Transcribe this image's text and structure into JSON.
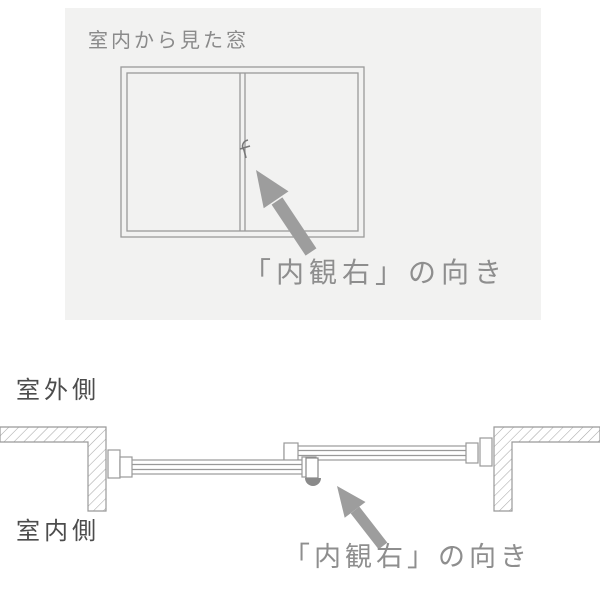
{
  "colors": {
    "page_bg": "#ffffff",
    "panel_bg": "#f2f2f1",
    "line": "#9a9a9a",
    "arrow": "#9d9d9d",
    "caption_text": "#8e8e8e",
    "side_label_text": "#4c4c4c"
  },
  "top_panel": {
    "title": "室内から見た窓",
    "arrow_caption": "「内観右」の向き"
  },
  "section_view": {
    "outdoor_label": "室外側",
    "indoor_label": "室内側",
    "arrow_caption": "「内観右」の向き"
  }
}
